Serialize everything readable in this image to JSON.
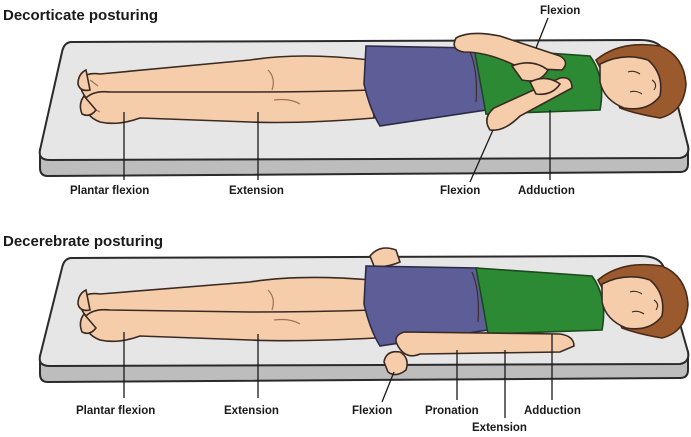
{
  "decorticate": {
    "title": "Decorticate posturing",
    "labels": {
      "flexion_top": "Flexion",
      "plantar_flexion": "Plantar flexion",
      "extension": "Extension",
      "flexion": "Flexion",
      "adduction": "Adduction"
    }
  },
  "decerebrate": {
    "title": "Decerebrate posturing",
    "labels": {
      "plantar_flexion": "Plantar flexion",
      "extension": "Extension",
      "flexion": "Flexion",
      "pronation": "Pronation",
      "adduction": "Adduction",
      "extension_arm": "Extension"
    }
  },
  "colors": {
    "mattress_top": "#e6e6e6",
    "mattress_side": "#bdbdbd",
    "skin": "#f6cdaa",
    "shorts": "#5d5e97",
    "shirt": "#2d8a34",
    "hair": "#9a5a2e"
  }
}
